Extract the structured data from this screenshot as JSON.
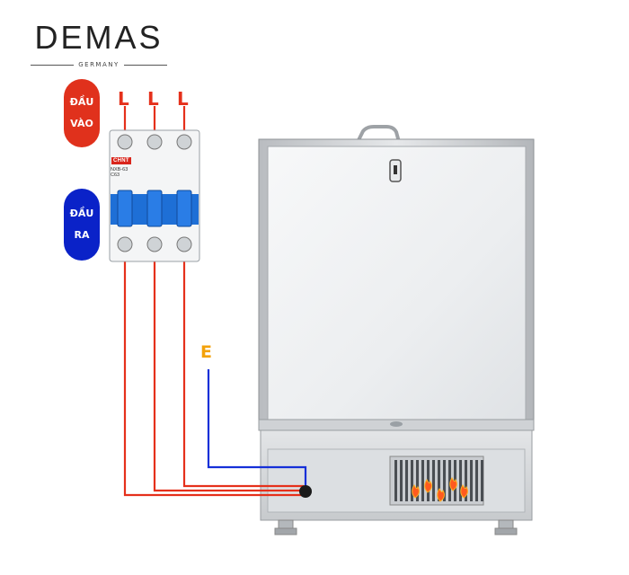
{
  "brand": {
    "name": "DEMAS",
    "subtitle": "GERMANY"
  },
  "input_label": {
    "line1": "ĐẦU",
    "line2": "VÀO"
  },
  "output_label": {
    "line1": "ĐẦU",
    "line2": "RA"
  },
  "phases": [
    "L",
    "L",
    "L"
  ],
  "earth_label": "E",
  "breaker": {
    "brand": "CHNT",
    "model": "NXB-63",
    "rating": "C63"
  },
  "colors": {
    "phase_wire": "#e5301b",
    "earth_wire": "#1530d8",
    "earth_label": "#f3a20b",
    "input_pill": "#e0311c",
    "output_pill": "#0a22c8",
    "breaker_blue": "#1e6fd6"
  }
}
